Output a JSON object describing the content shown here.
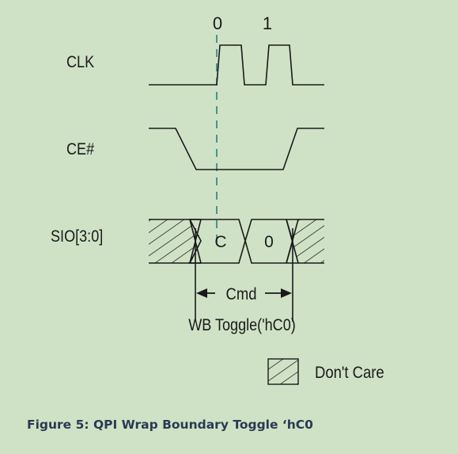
{
  "clock_indices": [
    "0",
    "1"
  ],
  "signals": {
    "clk": "CLK",
    "ce": "CE#",
    "sio": "SIO[3:0]"
  },
  "bus_values": [
    "C",
    "0"
  ],
  "annotations": {
    "cmd": "Cmd",
    "command_name": "WB Toggle('hC0)"
  },
  "legend": {
    "dont_care": "Don't Care"
  },
  "caption": "Figure 5: QPI Wrap Boundary Toggle ‘hC0",
  "colors": {
    "background": "#cfe2c6",
    "trace": "#1a1a1a",
    "marker": "#2a7f84",
    "caption": "#2a3a52"
  }
}
